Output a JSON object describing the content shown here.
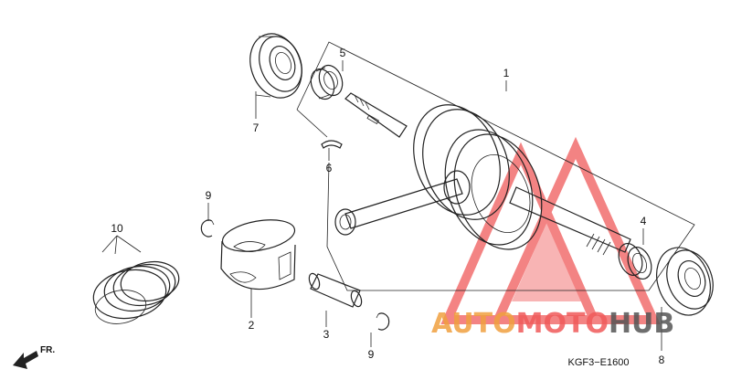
{
  "callouts": {
    "c1": "1",
    "c2": "2",
    "c3": "3",
    "c4": "4",
    "c5": "5",
    "c6": "6",
    "c7": "7",
    "c8": "8",
    "c9a": "9",
    "c9b": "9",
    "c10": "10"
  },
  "diagram_code": "KGF3−E1600",
  "direction_label": "FR.",
  "watermark": {
    "parts": [
      "AUTO",
      "MOTO",
      "HUB"
    ],
    "colors": [
      "#f0a040",
      "#f05a5a",
      "#555555"
    ],
    "logo_color": "#f05a5a"
  }
}
